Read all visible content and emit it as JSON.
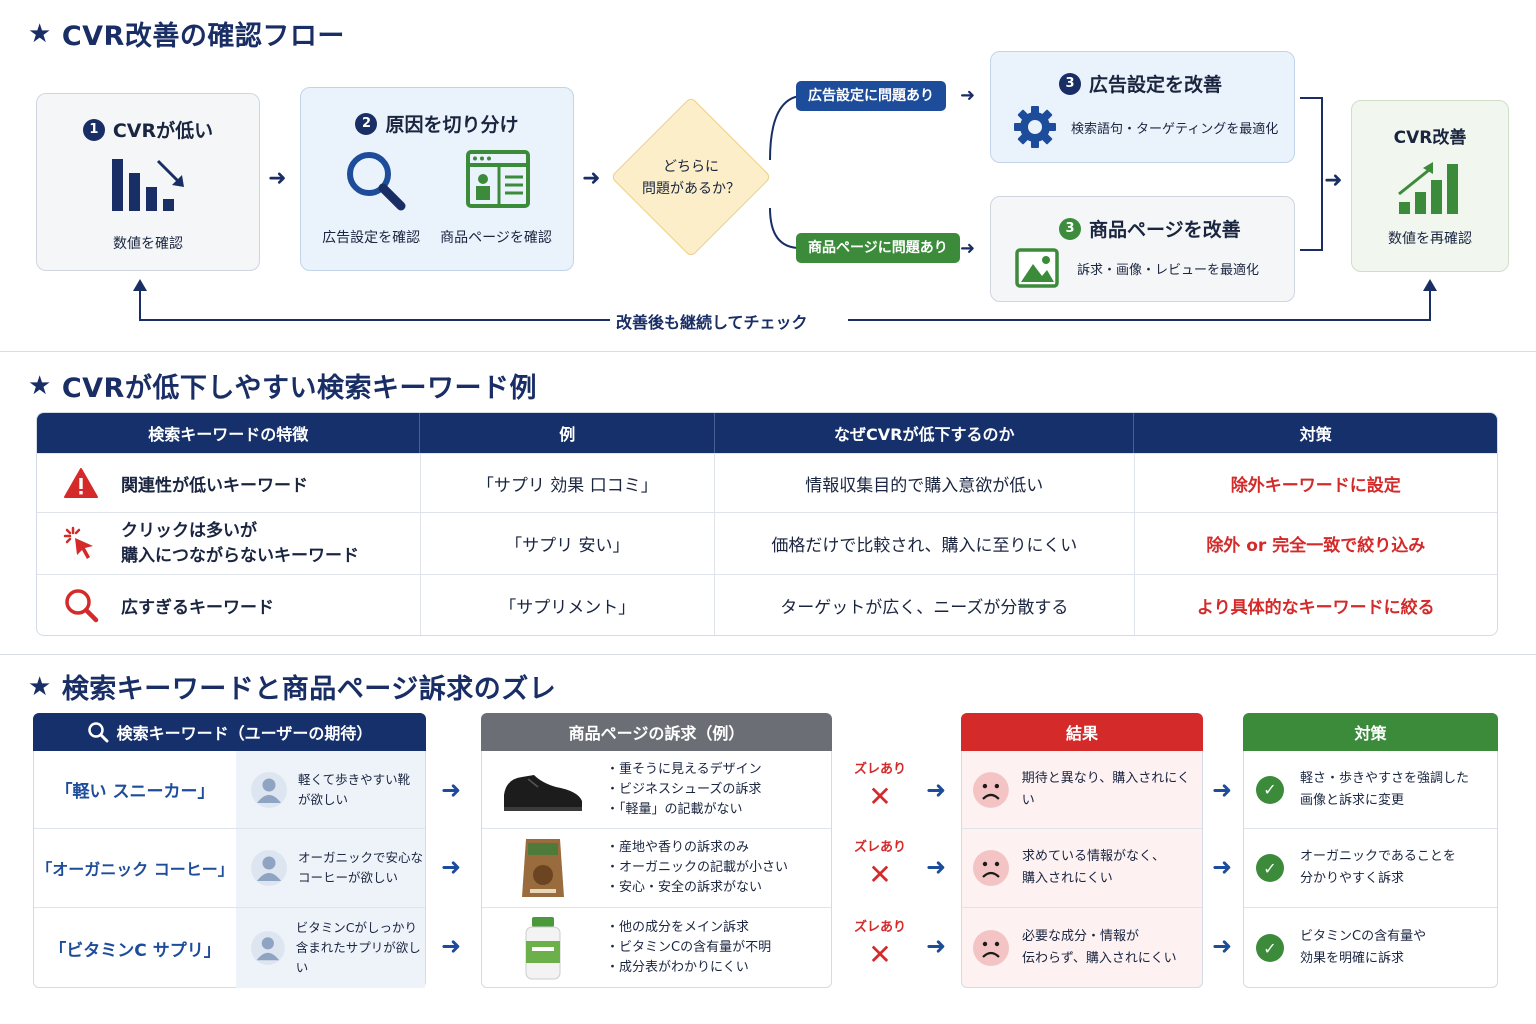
{
  "section1": {
    "title": "CVR改善の確認フロー",
    "step1": {
      "num": "1",
      "title": "CVRが低い",
      "caption": "数値を確認"
    },
    "step2": {
      "num": "2",
      "title": "原因を切り分け",
      "caption_left": "広告設定を確認",
      "caption_right": "商品ページを確認"
    },
    "decision": {
      "line1": "どちらに",
      "line2": "問題があるか？"
    },
    "branch_ad": "広告設定に問題あり",
    "branch_page": "商品ページに問題あり",
    "step3a": {
      "num": "3",
      "title": "広告設定を改善",
      "caption": "検索語句・ターゲティングを最適化"
    },
    "step3b": {
      "num": "3",
      "title": "商品ページを改善",
      "caption": "訴求・画像・レビューを最適化"
    },
    "result": {
      "title": "CVR改善",
      "caption": "数値を再確認"
    },
    "loop": "改善後も継続してチェック"
  },
  "section2": {
    "title": "CVRが低下しやすい検索キーワード例",
    "headers": [
      "検索キーワードの特徴",
      "例",
      "なぜCVRが低下するのか",
      "対策"
    ],
    "rows": [
      {
        "icon": "warning-icon",
        "feature": "関連性が低いキーワード",
        "example": "「サプリ 効果 口コミ」",
        "reason": "情報収集目的で購入意欲が低い",
        "action": "除外キーワードに設定"
      },
      {
        "icon": "click-icon",
        "feature_line1": "クリックは多いが",
        "feature_line2": "購入につながらないキーワード",
        "example": "「サプリ 安い」",
        "reason": "価格だけで比較され、購入に至りにくい",
        "action": "除外 or 完全一致で絞り込み"
      },
      {
        "icon": "search-icon",
        "feature": "広すぎるキーワード",
        "example": "「サプリメント」",
        "reason": "ターゲットが広く、ニーズが分散する",
        "action": "より具体的なキーワードに絞る"
      }
    ]
  },
  "section3": {
    "title": "検索キーワードと商品ページ訴求のズレ",
    "headers": {
      "keyword": "検索キーワード（ユーザーの期待）",
      "page": "商品ページの訴求（例）",
      "result": "結果",
      "action": "対策"
    },
    "mismatch_label": "ズレあり",
    "rows": [
      {
        "keyword": "「軽い スニーカー」",
        "expect_line1": "軽くて歩きやすい靴",
        "expect_line2": "が欲しい",
        "product": "shoe-image",
        "bullets": [
          "・重そうに見えるデザイン",
          "・ビジネスシューズの訴求",
          "・「軽量」の記載がない"
        ],
        "result_line1": "期待と異なり、購入されにくい",
        "result_line2": "",
        "action_line1": "軽さ・歩きやすさを強調した",
        "action_line2": "画像と訴求に変更"
      },
      {
        "keyword": "「オーガニック コーヒー」",
        "expect_line1": "オーガニックで安心な",
        "expect_line2": "コーヒーが欲しい",
        "product": "coffee-bag-image",
        "bullets": [
          "・産地や香りの訴求のみ",
          "・オーガニックの記載が小さい",
          "・安心・安全の訴求がない"
        ],
        "result_line1": "求めている情報がなく、",
        "result_line2": "購入されにくい",
        "action_line1": "オーガニックであることを",
        "action_line2": "分かりやすく訴求"
      },
      {
        "keyword": "「ビタミンC サプリ」",
        "expect_line1": "ビタミンCがしっかり",
        "expect_line2": "含まれたサプリが欲しい",
        "product": "supplement-bottle-image",
        "bullets": [
          "・他の成分をメイン訴求",
          "・ビタミンCの含有量が不明",
          "・成分表がわかりにくい"
        ],
        "result_line1": "必要な成分・情報が",
        "result_line2": "伝わらず、購入されにくい",
        "action_line1": "ビタミンCの含有量や",
        "action_line2": "効果を明確に訴求"
      }
    ]
  },
  "colors": {
    "navy": "#16306b",
    "blue": "#1d4c9a",
    "green": "#3b8b3b",
    "red": "#d42a2a",
    "gray_head": "#6b6f75"
  }
}
